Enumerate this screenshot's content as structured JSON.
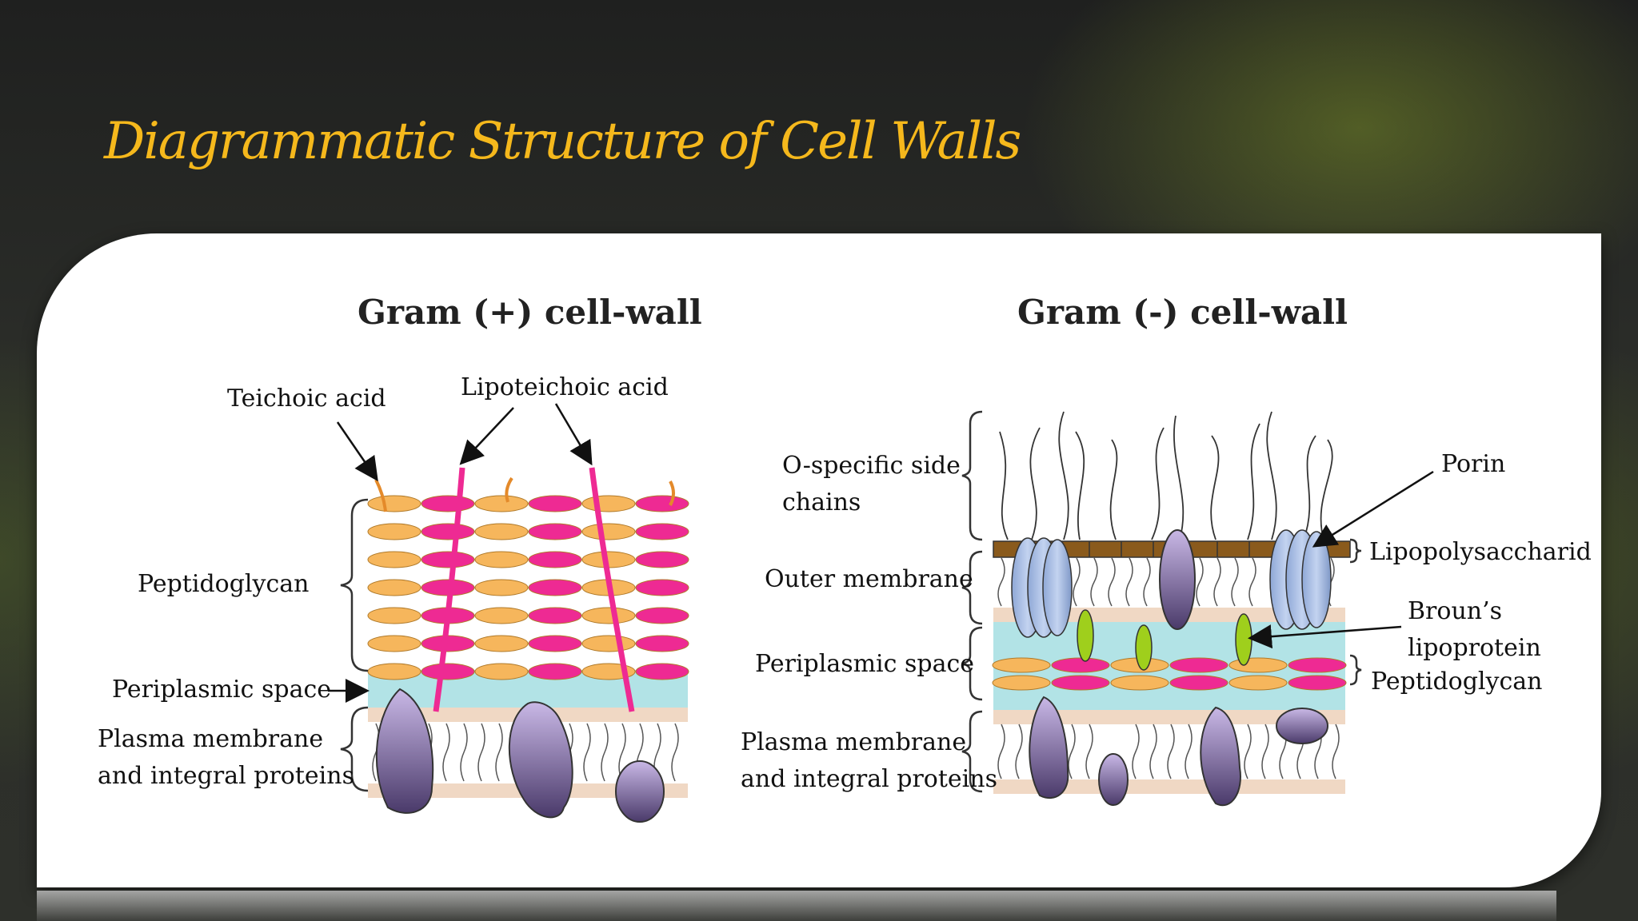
{
  "slide": {
    "title": "Diagrammatic Structure of Cell Walls"
  },
  "gram_positive": {
    "heading": "Gram (+) cell-wall",
    "labels": {
      "teichoic": "Teichoic acid",
      "lipoteichoic": "Lipoteichoic acid",
      "peptidoglycan": "Peptidoglycan",
      "periplasmic": "Periplasmic space",
      "plasma_1": "Plasma membrane",
      "plasma_2": "and integral proteins"
    }
  },
  "gram_negative": {
    "heading": "Gram (-) cell-wall",
    "labels": {
      "ospecific_1": "O-specific side",
      "ospecific_2": "chains",
      "outer": "Outer membrane",
      "periplasmic": "Periplasmic space",
      "plasma_1": "Plasma membrane",
      "plasma_2": "and integral proteins",
      "porin": "Porin",
      "lps": "Lipopolysaccharid",
      "broun_1": "Broun’s",
      "broun_2": "lipoprotein",
      "peptidoglycan": "Peptidoglycan"
    }
  },
  "colors": {
    "title": "#f5b81c",
    "orange": "#f6b65c",
    "pink": "#ee2a93",
    "periplasm": "#b2e3e6",
    "protein": "#a58fc6",
    "porin": "#a9bfe4",
    "lipoprotein": "#9fcf1c",
    "lps_bar": "#8a5a1c"
  }
}
